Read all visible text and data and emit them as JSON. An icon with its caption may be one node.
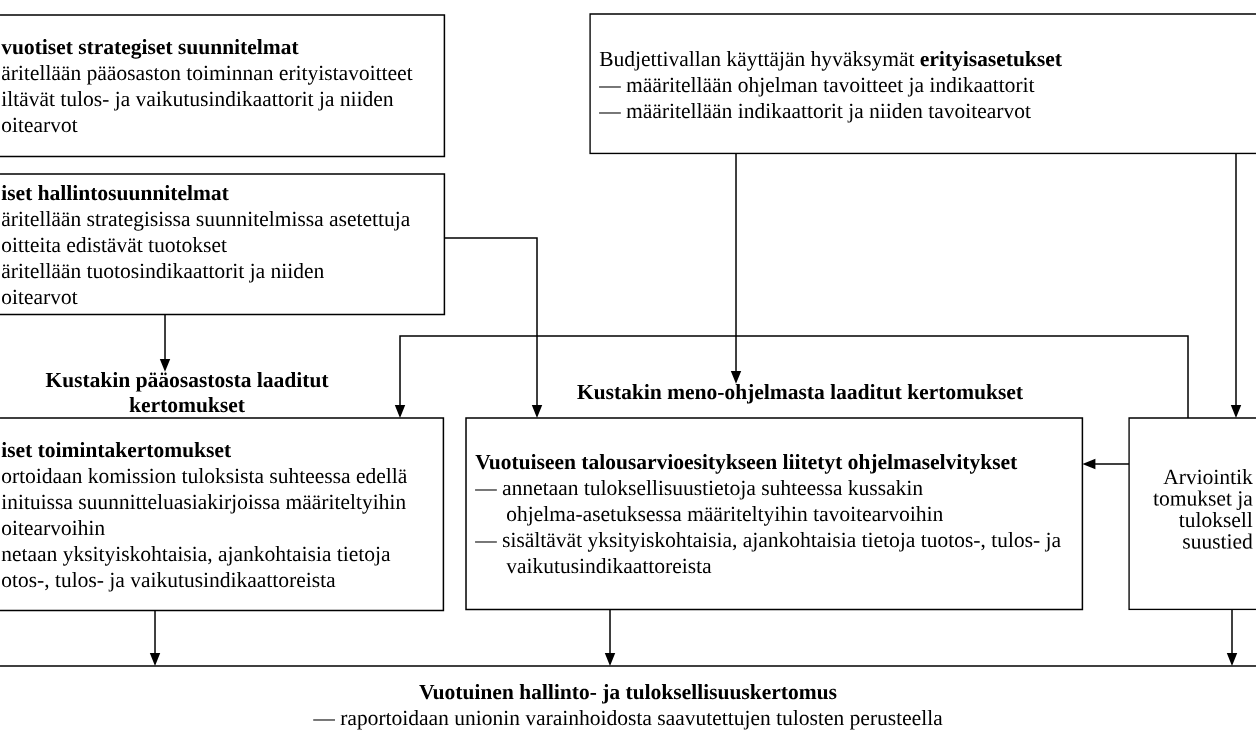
{
  "diagram": {
    "nodes": [
      {
        "text": [
          "vuotiset strategiset suunnitelmat",
          "äritellään pääosaston toiminnan erityistavoitteet",
          "iltävät tulos- ja vaikutusindikaattorit ja niiden oitearvot"
        ]
      },
      {
        "text": [
          "iset hallintosuunnitelmat",
          "äritellään strategisissa suunnitelmissa asetettuja oitteita edistävät tuotokset",
          "äritellään tuotosindikaattorit ja niiden oitearvot"
        ]
      },
      {
        "text": [
          "Budjettivallan käyttäjän hyväksymät **erityisasetukset**",
          "— määritellään ohjelman tavoitteet ja indikaattorit",
          "— määritellään indikaattorit ja niiden tavoitearvot"
        ]
      },
      {
        "text": [
          "Kustakin pääosastosta laaditut kertomukset",
          "iset toimintakertomukset",
          "ortoidaan komission tuloksista suhteessa edellä inituissa suunnitteluasiakirjoissa määriteltyihin oitearvoihin",
          "netaan yksityiskohtaisia, ajankohtaisia tietoja otos-, tulos- ja vaikutusindikaattoreista"
        ]
      },
      {
        "text": [
          "Kustakin meno-ohjelmasta laaditut kertomukset",
          "Vuotuiseen talousarvioesitykseen liitetyt ohjelmaselvitykset",
          "— annetaan tuloksellisuustietoja suhteessa kussakin ohjelma-asetuksessa määriteltyihin tavoitearvoihin",
          "— sisältävät yksityiskohtaisia, ajankohtaisia tietoja tuotos-, tulos- ja vaikutusindikaattoreista"
        ]
      },
      {
        "text": [
          "Arviointik tomukset ja tuloksell suustied"
        ]
      },
      {
        "text": [
          "Vuotuinen hallinto- ja tuloksellisuuskertomus",
          "— raportoidaan unionin varainhoidosta saavutettujen tulosten perusteella"
        ]
      }
    ],
    "edges": [
      {
        "from": 1,
        "to": 3,
        "arrow": "to"
      },
      {
        "from": 1,
        "to": 4,
        "arrow": "to"
      },
      {
        "from": 2,
        "to": 4,
        "arrow": "to"
      },
      {
        "from": 2,
        "to": 5,
        "arrow": "to"
      },
      {
        "from": 5,
        "to": 3,
        "arrow": "to"
      },
      {
        "from": 5,
        "to": 4,
        "arrow": "to"
      },
      {
        "from": 3,
        "to": 6,
        "arrow": "to"
      },
      {
        "from": 4,
        "to": 6,
        "arrow": "to"
      },
      {
        "from": 5,
        "to": 6,
        "arrow": "to"
      }
    ]
  }
}
